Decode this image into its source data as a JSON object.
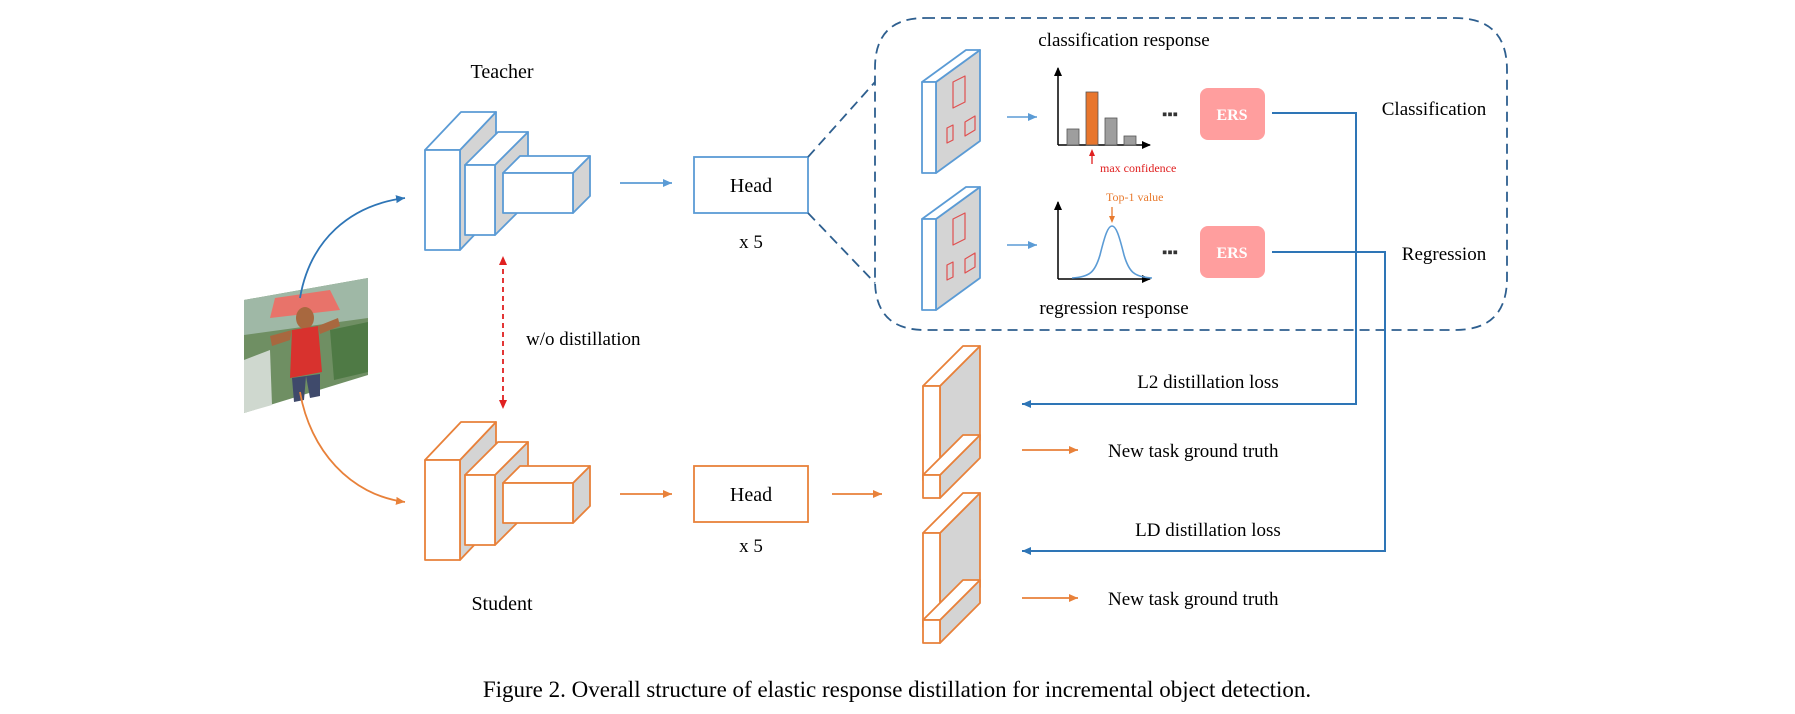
{
  "colors": {
    "teacher": "#5b9bd5",
    "student": "#e8813a",
    "dashed_region": "#2e5f8f",
    "loss_line": "#2e75b6",
    "ers_fill": "#ff9e9e",
    "bar_gray": "#9e9e9e",
    "bar_highlight": "#e8762d",
    "distill_arrow": "#e02020"
  },
  "labels": {
    "teacher": "Teacher",
    "student": "Student",
    "wo_distillation": "w/o distillation",
    "head_teacher": "Head",
    "head_student": "Head",
    "times_teacher": "x 5",
    "times_student": "x 5",
    "classification_response": "classification response",
    "regression_response": "regression response",
    "max_confidence": "max confidence",
    "top1_value": "Top-1 value",
    "ers_cls": "ERS",
    "ers_reg": "ERS",
    "classification": "Classification",
    "regression": "Regression",
    "l2_loss": "L2 distillation loss",
    "ld_loss": "LD distillation loss",
    "gt_1": "New task ground truth",
    "gt_2": "New task ground truth",
    "ellipsis_cls": "▪▪▪",
    "ellipsis_reg": "▪▪▪"
  },
  "caption": "Figure 2. Overall structure of elastic response distillation for incremental object detection.",
  "icons": {
    "input_image": "photo-of-person-holding-surfboard-icon"
  }
}
